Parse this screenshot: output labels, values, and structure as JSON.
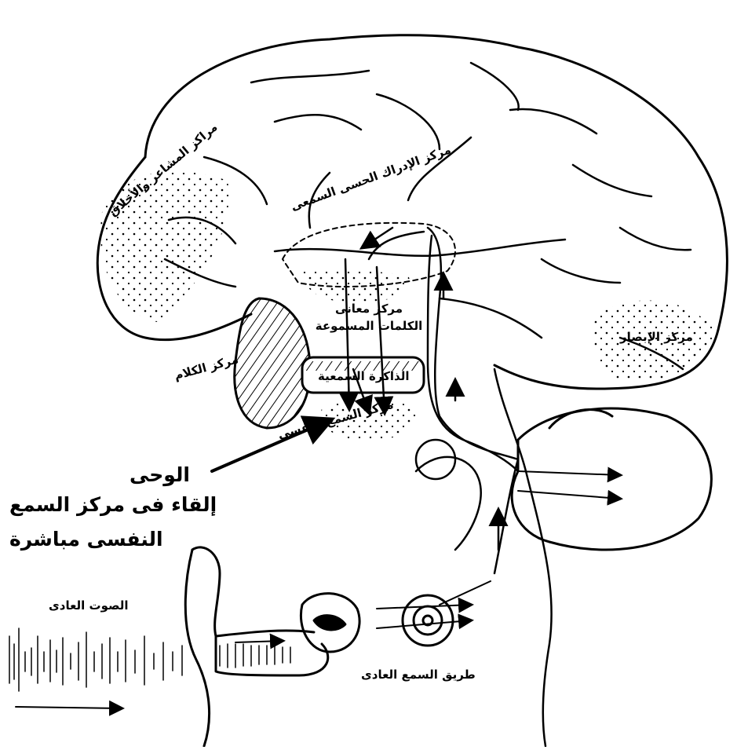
{
  "labels": {
    "emotions_center": "مراكز المشاعر والأخلاق",
    "sensory_hearing_center": "مركز الإدراك الحسى السمعى",
    "word_meaning_center": "مركز معانى الكلمات المسموعة",
    "auditory_memory": "الذاكرة السمعية",
    "speech_center": "مركز الكلام",
    "vision_center": "مركز الإبصار",
    "psychic_hearing_center": "مركز السمع النفسى",
    "revelation_title": "الوحى",
    "revelation_line1": "إلقاء فى مركز السمع",
    "revelation_line2": "النفسى مباشرة",
    "normal_sound": "الصوت العادى",
    "normal_hearing_path": "طريق السمع العادى"
  },
  "colors": {
    "ink": "#000000",
    "paper": "#ffffff"
  }
}
